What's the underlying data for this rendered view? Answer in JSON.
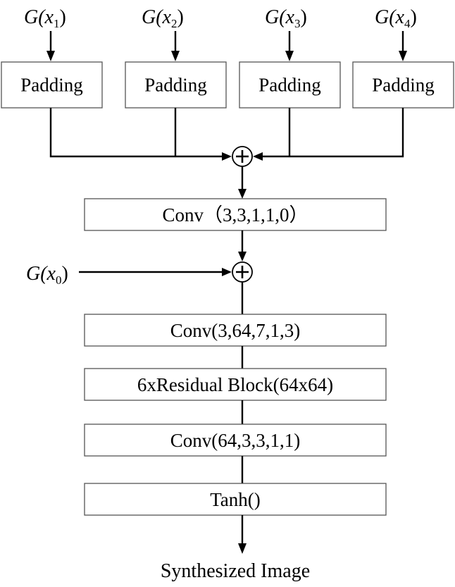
{
  "inputs": [
    {
      "fn": "G(",
      "var": "x",
      "sub": "1",
      "close": ")"
    },
    {
      "fn": "G(",
      "var": "x",
      "sub": "2",
      "close": ")"
    },
    {
      "fn": "G(",
      "var": "x",
      "sub": "3",
      "close": ")"
    },
    {
      "fn": "G(",
      "var": "x",
      "sub": "4",
      "close": ")"
    }
  ],
  "padding_labels": [
    "Padding",
    "Padding",
    "Padding",
    "Padding"
  ],
  "fuse_conv_label": "Conv（3,3,1,1,0）",
  "skip_input": {
    "fn": "G(",
    "var": "x",
    "sub": "0",
    "close": ")"
  },
  "pipeline": [
    "Conv(3,64,7,1,3)",
    "6xResidual Block(64x64)",
    "Conv(64,3,3,1,1)",
    "Tanh()"
  ],
  "output_label": "Synthesized Image"
}
